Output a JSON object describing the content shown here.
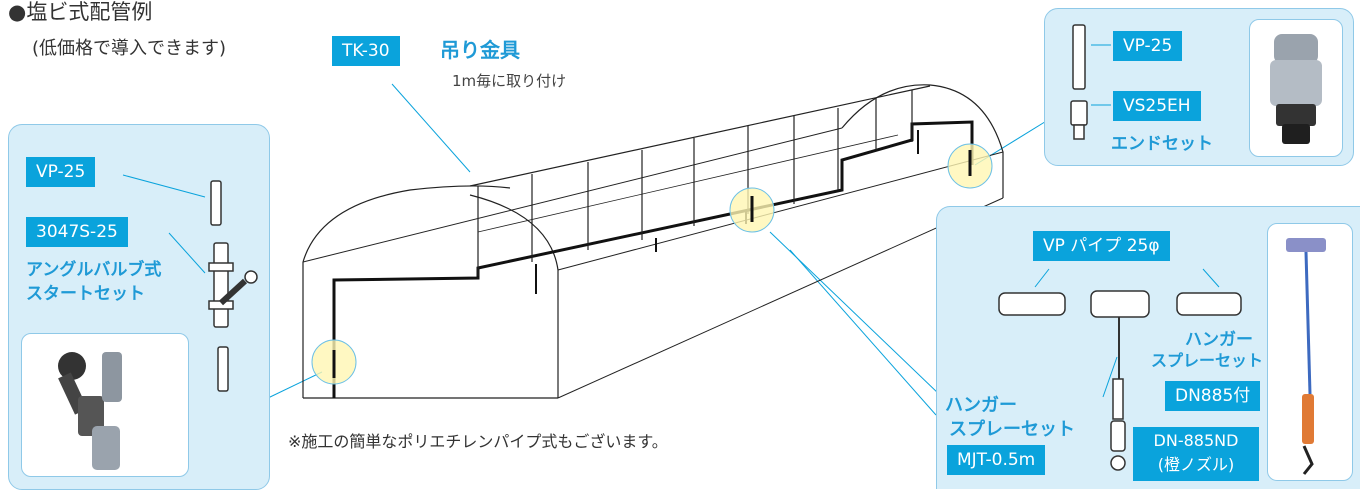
{
  "header": {
    "title": "●塩ビ式配管例",
    "subtitle": "(低価格で導入できます)"
  },
  "top_tag": {
    "code": "TK-30",
    "name": "吊り金具",
    "note": "1m毎に取り付け"
  },
  "left_panel": {
    "pipe_tag": "VP-25",
    "valve_tag": "3047S-25",
    "valve_desc_line1": "アングルバルブ式",
    "valve_desc_line2": "スタートセット"
  },
  "right_top_panel": {
    "pipe_tag": "VP-25",
    "end_tag": "VS25EH",
    "end_desc": "エンドセット"
  },
  "right_bottom_panel": {
    "pipe_label": "VP パイプ 25φ",
    "hanger_right_line1": "ハンガー",
    "hanger_right_line2": "スプレーセット",
    "dn_tag": "DN885付",
    "hanger_left_line1": "ハンガー",
    "hanger_left_line2": "スプレーセット",
    "mjt_tag": "MJT-0.5m",
    "nozzle_tag_line1": "DN-885ND",
    "nozzle_tag_line2": "(橙ノズル)"
  },
  "footnote": "※施工の簡単なポリエチレンパイプ式もございます。",
  "colors": {
    "accent": "#0aa3dc",
    "panel_bg": "#d8eef9",
    "highlight": "#fff6b3"
  }
}
